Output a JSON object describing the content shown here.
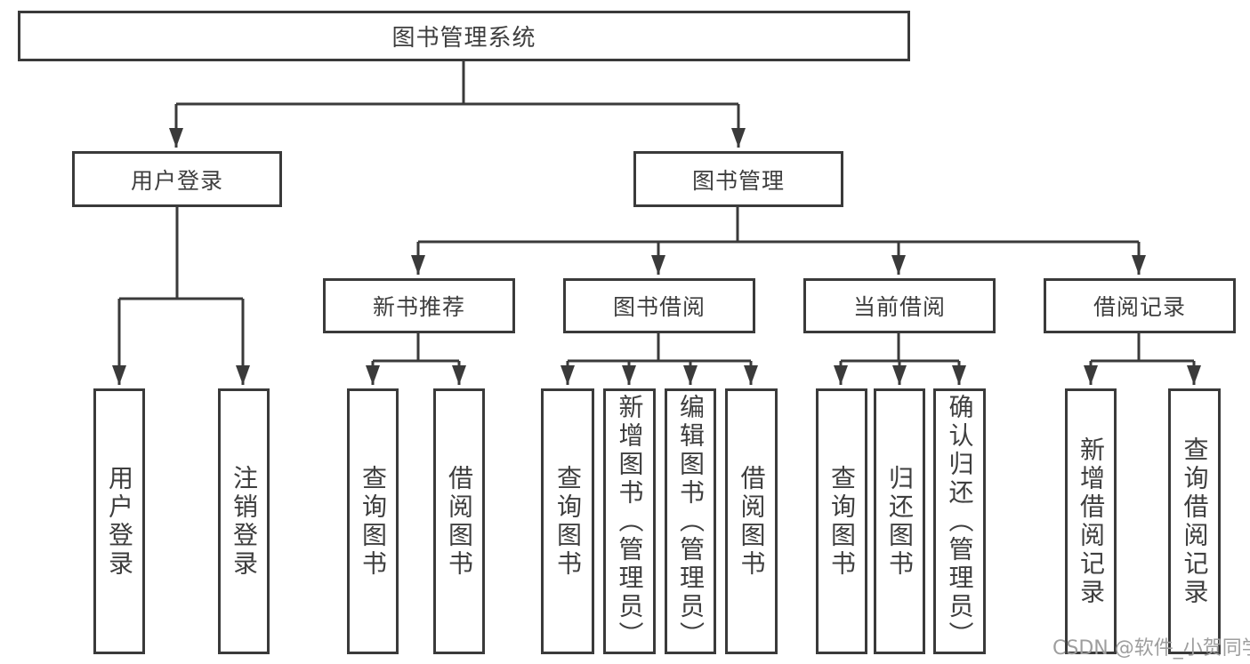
{
  "tree": {
    "label": "图书管理系统",
    "children": [
      {
        "label": "用户登录",
        "children": [
          {
            "label": "用户登录"
          },
          {
            "label": "注销登录"
          }
        ]
      },
      {
        "label": "图书管理",
        "children": [
          {
            "label": "新书推荐",
            "children": [
              {
                "label": "查询图书"
              },
              {
                "label": "借阅图书"
              }
            ]
          },
          {
            "label": "图书借阅",
            "children": [
              {
                "label": "查询图书"
              },
              {
                "label": "新增图书（管理员）"
              },
              {
                "label": "编辑图书（管理员）"
              },
              {
                "label": "借阅图书"
              }
            ]
          },
          {
            "label": "当前借阅",
            "children": [
              {
                "label": "查询图书"
              },
              {
                "label": "归还图书"
              },
              {
                "label": "确认归还（管理员）"
              }
            ]
          },
          {
            "label": "借阅记录",
            "children": [
              {
                "label": "新增借阅记录"
              },
              {
                "label": "查询借阅记录"
              }
            ]
          }
        ]
      }
    ]
  },
  "watermark": "CSDN @软件_小贺同学",
  "colors": {
    "line": "#3a3a3a",
    "text": "#3e3e3e",
    "watermark": "#9e9e9e",
    "background": "#ffffff"
  }
}
